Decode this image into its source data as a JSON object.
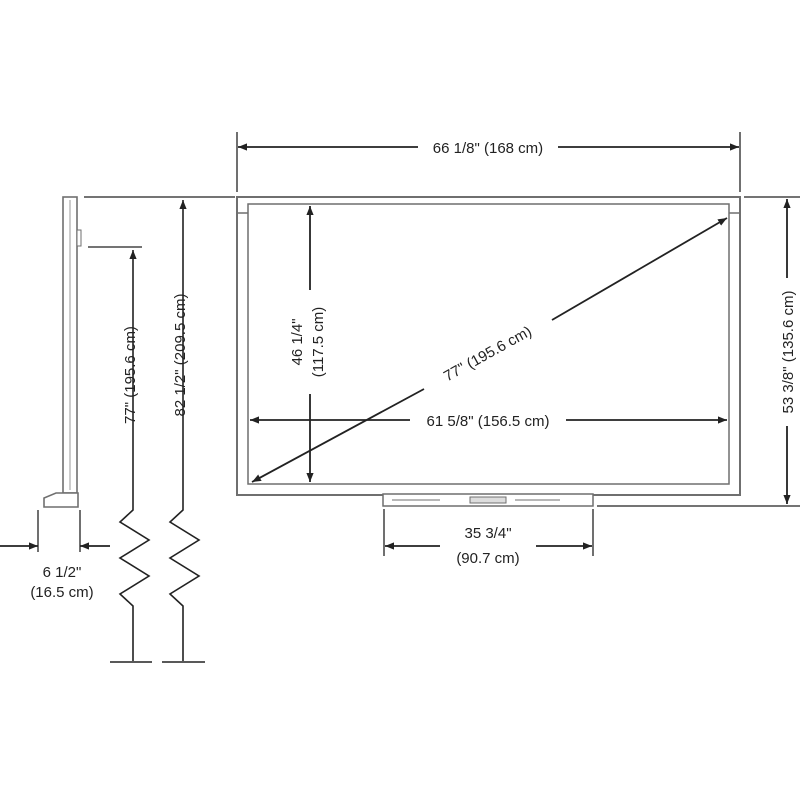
{
  "colors": {
    "line": "#222222",
    "frame": "#6f6f6f",
    "panel_fill": "#ffffff",
    "background": "#ffffff"
  },
  "dimensions": {
    "overall_width": "66 1/8\" (168 cm)",
    "overall_height": "53 3/8\" (135.6 cm)",
    "screen_width": "61 5/8\" (156.5 cm)",
    "screen_height_in": "46 1/4\"",
    "screen_height_cm": "(117.5 cm)",
    "diagonal": "77\" (195.6 cm)",
    "tray_width_in": "35 3/4\"",
    "tray_width_cm": "(90.7 cm)",
    "depth_in": "6 1/2\"",
    "depth_cm": "(16.5 cm)",
    "mount_height_screen": "77\" (195.6 cm)",
    "mount_height_top": "82 1/2\" (209.5 cm)"
  }
}
